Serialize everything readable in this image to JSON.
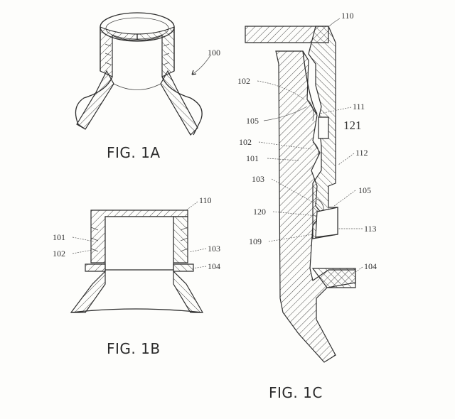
{
  "figures": {
    "fig1a": {
      "caption": "FIG. 1A",
      "refs": {
        "r100": "100"
      }
    },
    "fig1b": {
      "caption": "FIG. 1B",
      "refs": {
        "r110": "110",
        "r101": "101",
        "r102": "102",
        "r103": "103",
        "r104": "104"
      }
    },
    "fig1c": {
      "caption": "FIG. 1C",
      "refs": {
        "r110": "110",
        "r102a": "102",
        "r105a": "105",
        "r111": "111",
        "r121": "121",
        "r102b": "102",
        "r101": "101",
        "r112": "112",
        "r103": "103",
        "r105b": "105",
        "r120": "120",
        "r113": "113",
        "r109": "109",
        "r104": "104"
      }
    }
  },
  "colors": {
    "ink": "#2e2e2e",
    "paper": "#fdfdfb"
  }
}
